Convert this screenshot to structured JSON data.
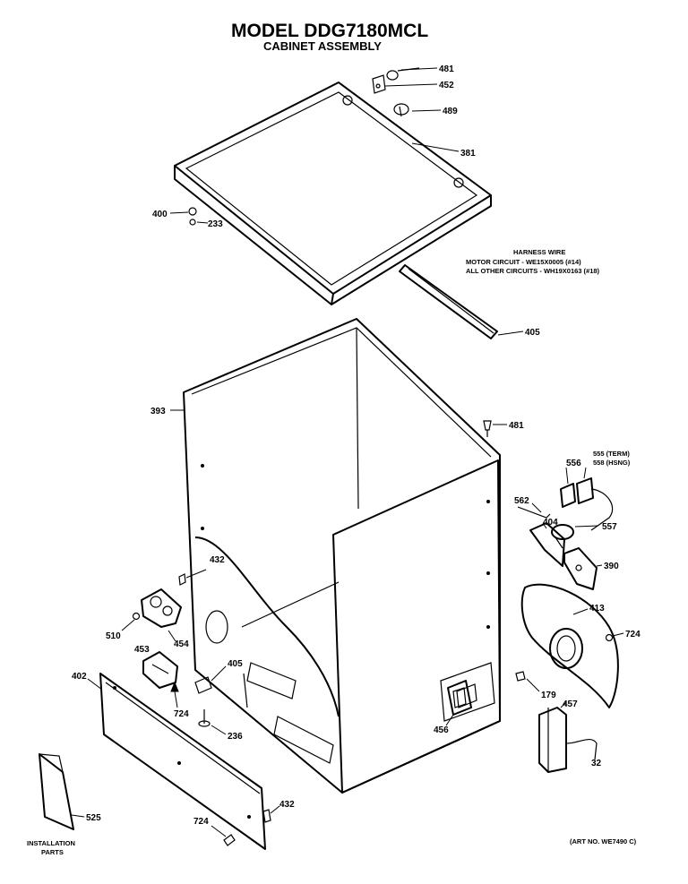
{
  "title": "MODEL DDG7180MCL",
  "subtitle": "CABINET ASSEMBLY",
  "harness": {
    "line1": "HARNESS WIRE",
    "line2": "MOTOR CIRCUIT - WE15X0005 (#14)",
    "line3": "ALL OTHER CIRCUITS - WH19X0163 (#18)"
  },
  "terminal": {
    "line1": "555 (TERM)",
    "line2": "558 (HSNG)"
  },
  "installation": {
    "line1": "INSTALLATION",
    "line2": "PARTS"
  },
  "art_no": "(ART NO. WE7490 C)",
  "callouts": {
    "c481_top": "481",
    "c452": "452",
    "c489": "489",
    "c381": "381",
    "c400": "400",
    "c233": "233",
    "c405": "405",
    "c393": "393",
    "c481_mid": "481",
    "c556": "556",
    "c562": "562",
    "c404": "404",
    "c557": "557",
    "c390": "390",
    "c413": "413",
    "c724_right": "724",
    "c179": "179",
    "c457": "457",
    "c32": "32",
    "c456": "456",
    "c432_left": "432",
    "c510": "510",
    "c454": "454",
    "c453": "453",
    "c405_low": "405",
    "c402": "402",
    "c724_mid": "724",
    "c236": "236",
    "c525": "525",
    "c724_bottom": "724",
    "c432_bottom": "432"
  }
}
